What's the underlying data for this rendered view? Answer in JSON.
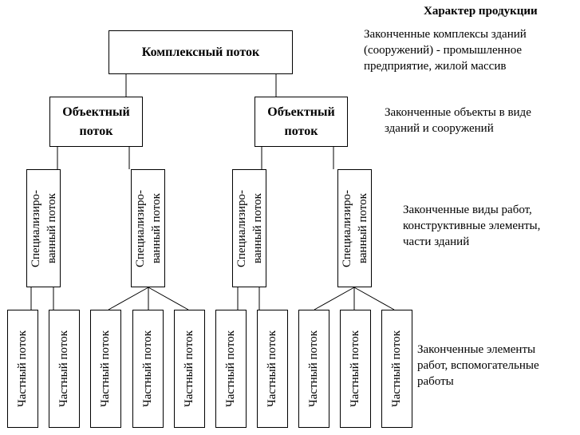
{
  "header": {
    "title": "Характер продукции"
  },
  "nodes": {
    "complex": "Комплексный поток",
    "object": "Объектный\nпоток",
    "specialized": "Специализиро-\nванный поток",
    "partial": "Частный поток"
  },
  "descriptions": {
    "level1": "Законченные комплексы зданий\n(сооружений) - промышленное\nпредприятие, жилой массив",
    "level2": "Законченные объекты в виде\nзданий и сооружений",
    "level3": "Законченные виды работ,\nконструктивные элементы,\nчасти зданий",
    "level4": "Законченные элементы\nработ, вспомогательные\nработы"
  }
}
